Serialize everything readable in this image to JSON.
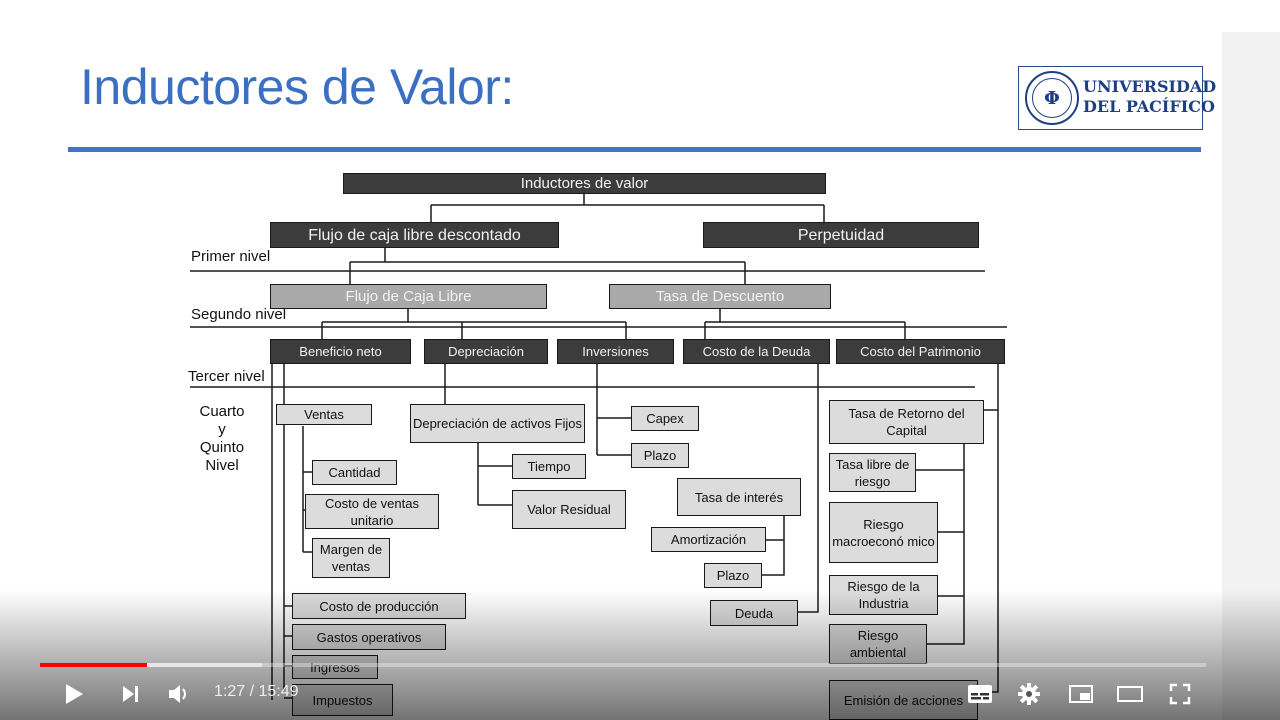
{
  "slide": {
    "title": "Inductores de Valor:",
    "logo": {
      "line1": "UNIVERSIDAD",
      "line2": "DEL PACÍFICO",
      "seal_icon": "university-seal-icon"
    },
    "colors": {
      "title": "#3b6fc2",
      "rule": "#4472c4",
      "dark_box": "#3c3c3c",
      "mid_box": "#a9a9a9",
      "light_box": "#dcdcdc"
    }
  },
  "diagram": {
    "root": "Inductores de valor",
    "levels": {
      "primer": "Primer nivel",
      "segundo": "Segundo nivel",
      "tercer": "Tercer nivel",
      "cuarto": "Cuarto\ny\nQuinto\nNivel"
    },
    "first_level": [
      "Flujo de caja libre descontado",
      "Perpetuidad"
    ],
    "second_level": [
      "Flujo de Caja Libre",
      "Tasa de Descuento"
    ],
    "third_level": [
      "Beneficio neto",
      "Depreciación",
      "Inversiones",
      "Costo de la Deuda",
      "Costo del Patrimonio"
    ],
    "beneficio_children": [
      "Ventas",
      "Cantidad",
      "Costo de ventas unitario",
      "Margen de ventas",
      "Costo de producción",
      "Gastos operativos",
      "Ingresos",
      "Impuestos"
    ],
    "depreciacion_children": [
      "Depreciación de activos Fijos",
      "Tiempo",
      "Valor Residual"
    ],
    "inversiones_children": [
      "Capex",
      "Plazo"
    ],
    "deuda_children": [
      "Tasa de interés",
      "Amortización",
      "Plazo",
      "Deuda"
    ],
    "patrimonio_children": [
      "Tasa de Retorno del Capital",
      "Tasa libre de riesgo",
      "Riesgo macroeconó mico",
      "Riesgo de la Industria",
      "Riesgo ambiental",
      "Emisión de acciones"
    ]
  },
  "player": {
    "time_current": "1:27",
    "time_separator": " / ",
    "time_total": "15:49",
    "progress_played": 0.0917,
    "progress_buffered": 0.19,
    "colors": {
      "played": "#ff0000"
    },
    "icons": [
      "play-icon",
      "next-icon",
      "volume-icon",
      "subtitles-icon",
      "settings-icon",
      "miniplayer-icon",
      "theater-icon",
      "fullscreen-icon"
    ]
  }
}
